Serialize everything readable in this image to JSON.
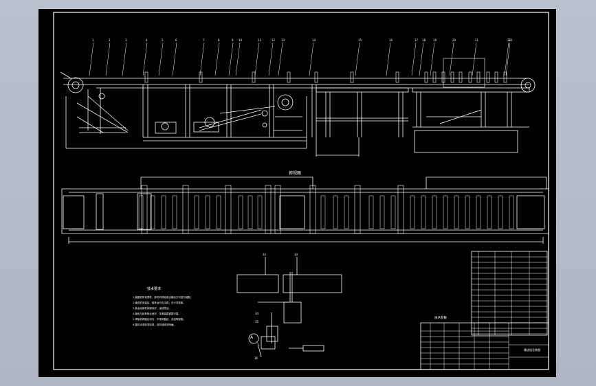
{
  "drawing": {
    "background_color": "#000000",
    "line_color": "#ffffff",
    "viewer_background": "#b4bcca",
    "part_numbers_elevation": [
      "1",
      "2",
      "3",
      "4",
      "5",
      "6",
      "7",
      "8",
      "9",
      "10",
      "11",
      "12",
      "13",
      "14",
      "15",
      "16",
      "17",
      "18",
      "19",
      "20",
      "21",
      "22",
      "23"
    ],
    "plan_view_title": "俯视图",
    "detail_labels": [
      "32",
      "33",
      "34",
      "35",
      "36"
    ],
    "detail_circle_label": "A",
    "technical_requirements_title": "技术要求",
    "technical_requirements": [
      "1.装配前所有零件、部件均须检验合格后方可进行装配。",
      "2.输送机安装后，链条运行应平稳，无卡滞现象。",
      "3.各运动部件润滑良好，运转灵活。",
      "4.链轮与链条啮合良好，张紧装置调整可靠。",
      "5.焊接件焊缝应均匀，不得有裂纹、夹渣等缺陷。",
      "6.整机涂漆前须除锈，涂防锈底漆两遍。"
    ],
    "tech_params_title": "技术参数",
    "title_block_label": "输送机总装图"
  }
}
